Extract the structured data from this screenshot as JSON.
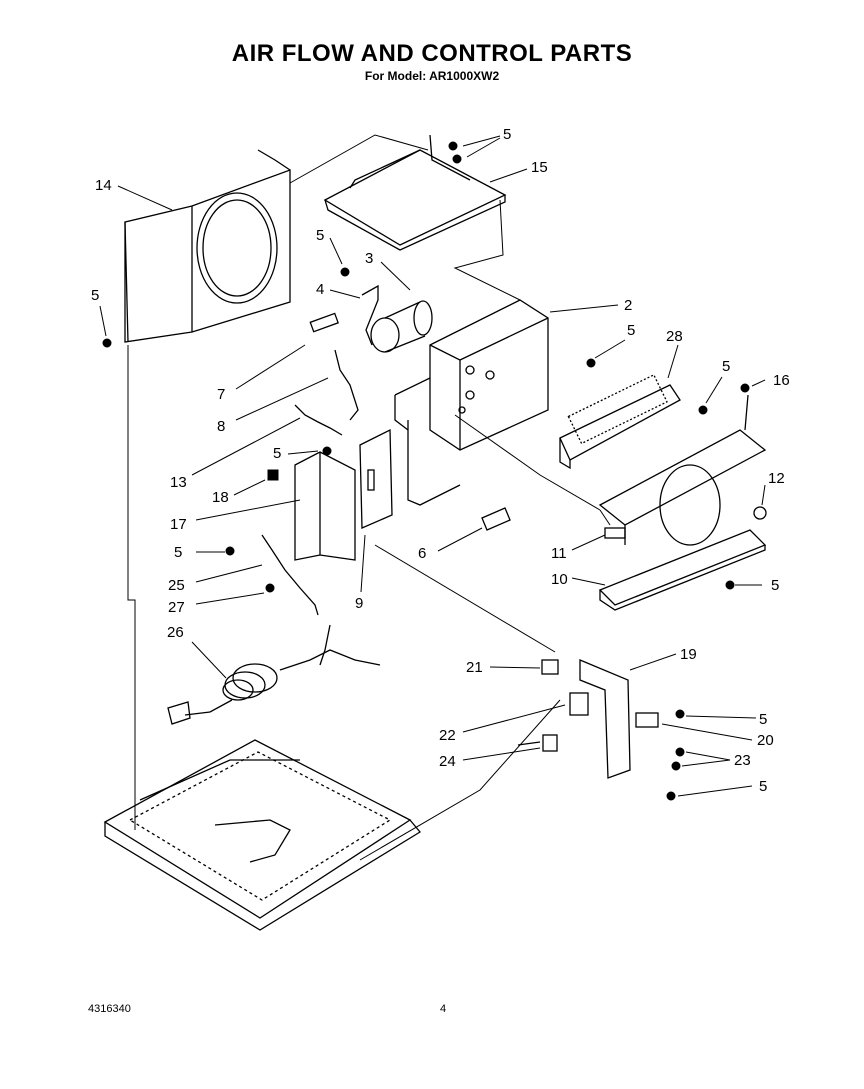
{
  "header": {
    "title": "AIR FLOW AND CONTROL PARTS",
    "subtitle": "For Model: AR1000XW2"
  },
  "footer": {
    "doc_number": "4316340",
    "page_number": "4"
  },
  "callouts": {
    "c5a": "5",
    "c15": "15",
    "c14": "14",
    "c5b": "5",
    "c3": "3",
    "c4": "4",
    "c5c": "5",
    "c2": "2",
    "c5d": "5",
    "c28": "28",
    "c5e": "5",
    "c16": "16",
    "c7": "7",
    "c8": "8",
    "c13": "13",
    "c5f": "5",
    "c12": "12",
    "c18": "18",
    "c17": "17",
    "c5g": "5",
    "c6": "6",
    "c11": "11",
    "c25": "25",
    "c10": "10",
    "c5h": "5",
    "c27": "27",
    "c9": "9",
    "c26": "26",
    "c21": "21",
    "c19": "19",
    "c22": "22",
    "c5i": "5",
    "c20": "20",
    "c24": "24",
    "c23": "23",
    "c5j": "5"
  }
}
